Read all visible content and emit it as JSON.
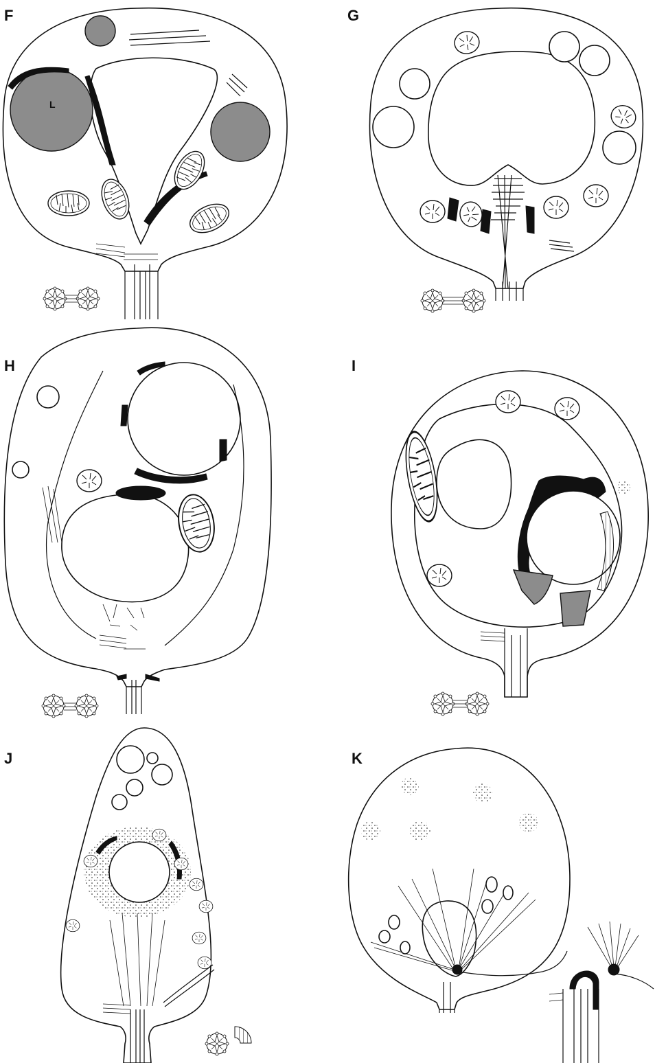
{
  "panels": [
    {
      "id": "F",
      "label": "F"
    },
    {
      "id": "G",
      "label": "G"
    },
    {
      "id": "H",
      "label": "H"
    },
    {
      "id": "I",
      "label": "I"
    },
    {
      "id": "J",
      "label": "J"
    },
    {
      "id": "K",
      "label": "K"
    }
  ],
  "annotations": {
    "lipid_label": "L"
  },
  "colors": {
    "ink": "#111111",
    "lipid_grey": "#8c8c8c",
    "background": "#ffffff"
  }
}
